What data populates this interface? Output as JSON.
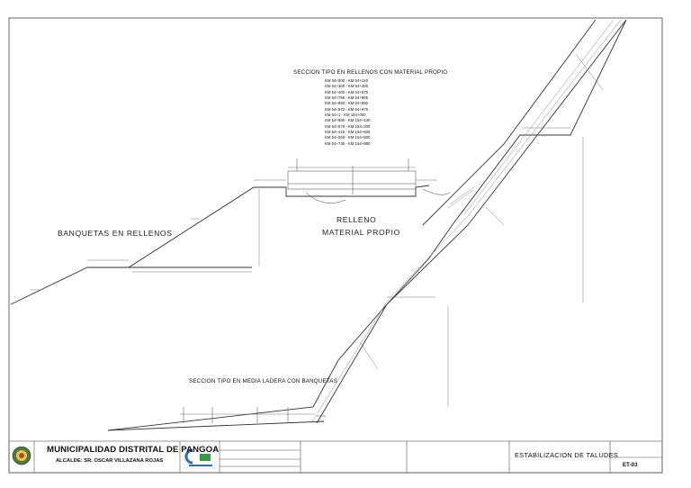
{
  "drawing": {
    "section_fill_title": "SECCION TIPO EN RELLENOS CON MATERIAL PROPIO",
    "km_ranges": [
      "KM 54+000 - KM 54+120",
      "KM 54+300 - KM 54+400",
      "KM 54+400 - KM 54+570",
      "KM 54+755 - KM 54+805",
      "KM 54+850 - KM 54+890",
      "KM 54+972 - KM 54+975",
      "KM 54+1 - KM 154+000",
      "KM 54+990 - KM 154+440",
      "KM 54+070 - KM 154+200",
      "KM 54+415 - KM 154+600",
      "KM 54+060 - KM 154+800",
      "KM 54+735 - KM 154+880"
    ],
    "banquetas_label": "BANQUETAS EN RELLENOS",
    "relleno_label": "RELLENO",
    "material_label": "MATERIAL PROPIO",
    "section_hillside_title": "SECCION TIPO EN MEDIA LADERA CON BANQUETAS"
  },
  "title_block": {
    "municipality": "MUNICIPALIDAD DISTRITAL DE PANGOA",
    "mayor": "ALCALDE: SR. OSCAR VILLAZANA ROJAS",
    "sheet_title": "ESTABILIZACION DE TALUDES",
    "sheet_code": "ET-03"
  }
}
